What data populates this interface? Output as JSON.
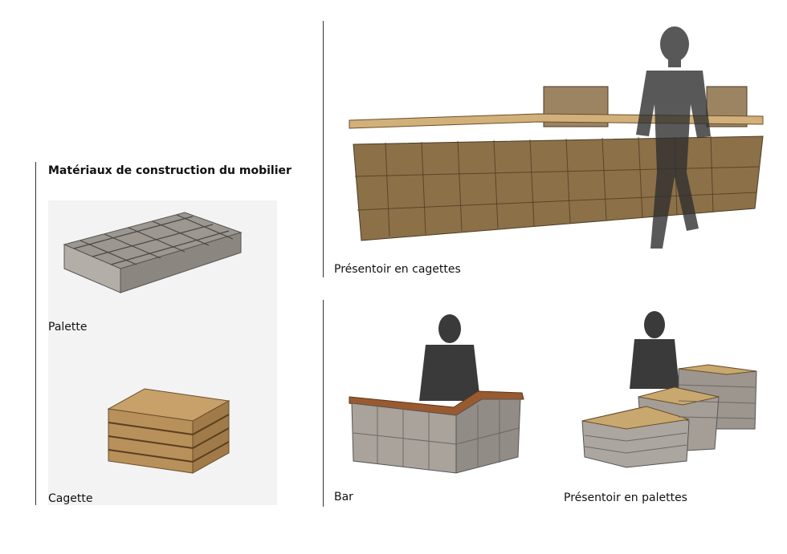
{
  "heading": "Matériaux de construction du mobilier",
  "materials": {
    "palette_label": "Palette",
    "cagette_label": "Cagette"
  },
  "furniture": {
    "crate_display_label": "Présentoir en cagettes",
    "bar_label": "Bar",
    "pallet_display_label": "Présentoir en palettes"
  }
}
